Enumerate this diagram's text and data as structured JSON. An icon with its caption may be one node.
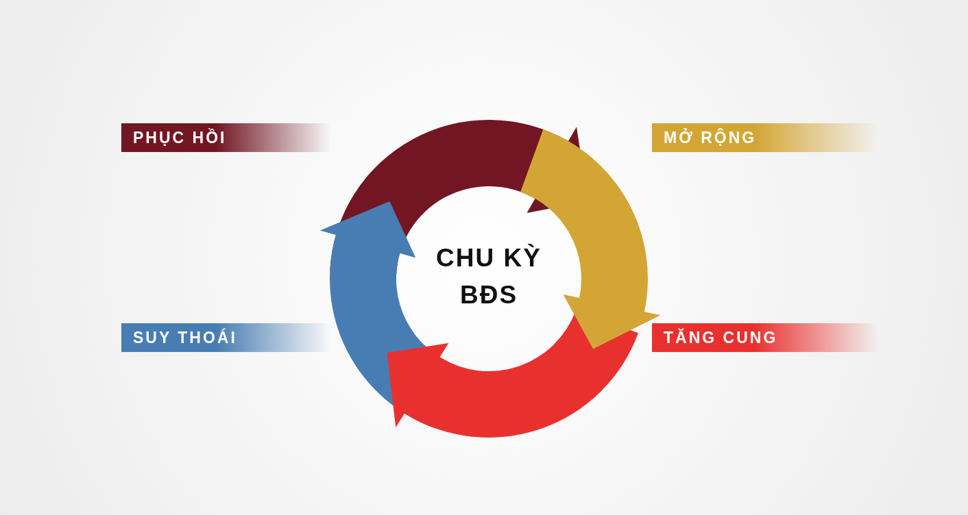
{
  "diagram": {
    "nodes": [
      {
        "text": [
          "PHỤC HỒI"
        ]
      },
      {
        "text": [
          "MỞ RỘNG"
        ]
      },
      {
        "text": [
          "CHU KỲ BĐS"
        ]
      },
      {
        "text": [
          "SUY THOÁI"
        ]
      },
      {
        "text": [
          "TĂNG CUNG"
        ]
      }
    ]
  }
}
